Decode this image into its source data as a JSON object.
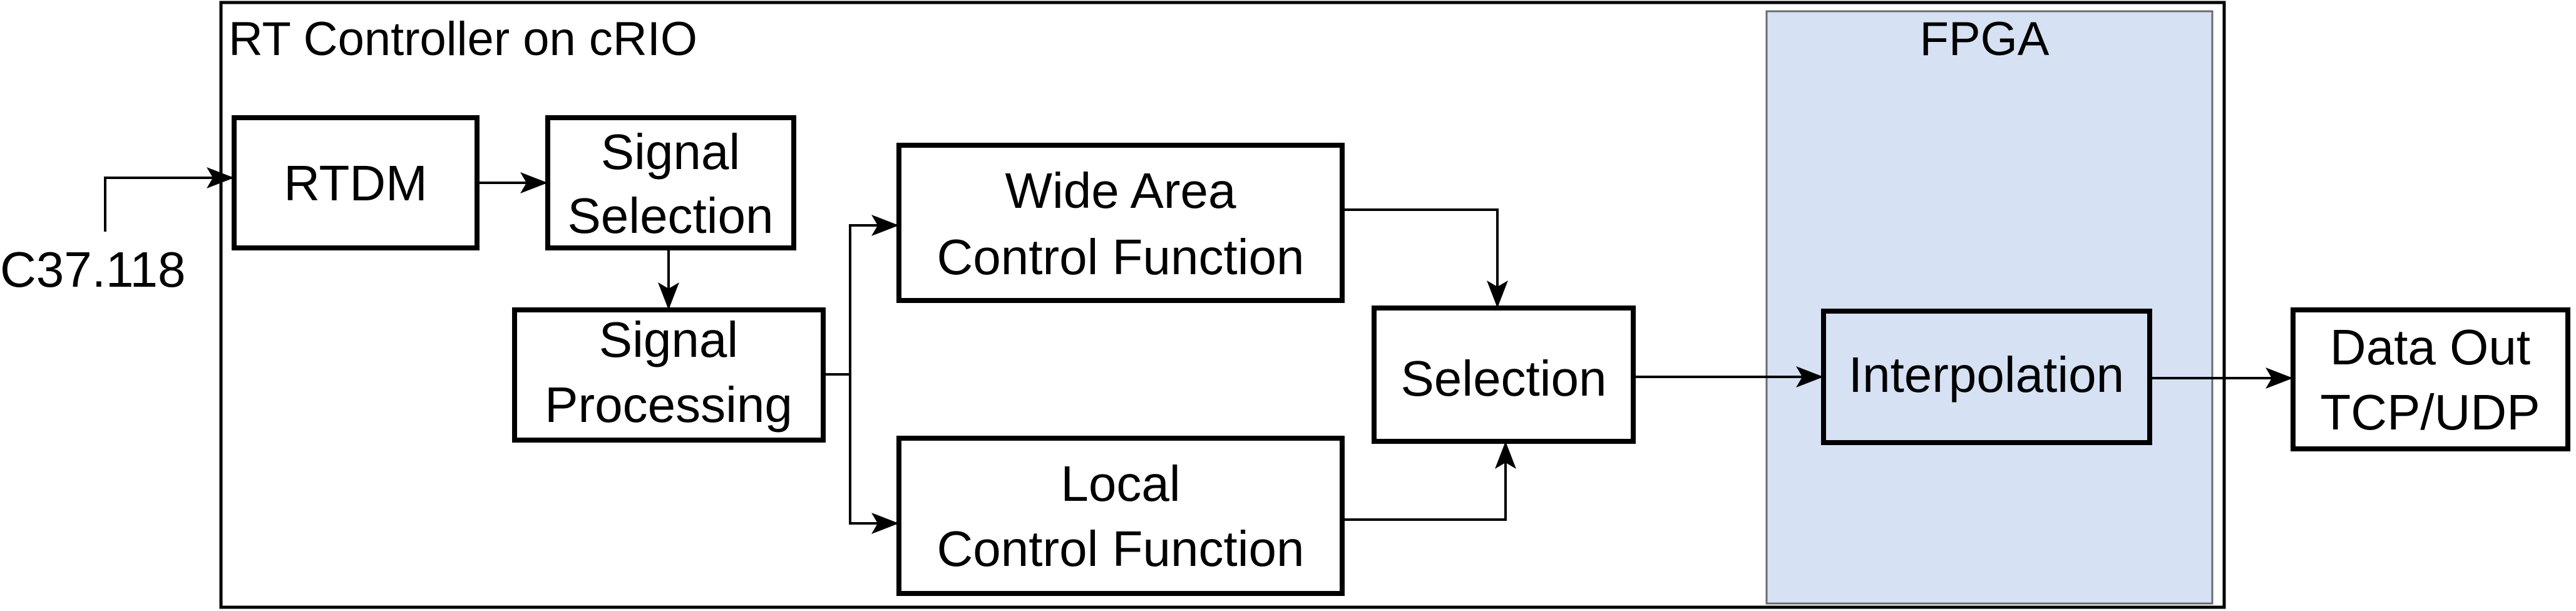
{
  "diagram": {
    "container_label": "RT Controller on cRIO",
    "fpga_label": "FPGA",
    "input_label": "C37.118",
    "blocks": {
      "rtdm": {
        "label": "RTDM"
      },
      "signal_selection": {
        "line1": "Signal",
        "line2": "Selection"
      },
      "signal_processing": {
        "line1": "Signal",
        "line2": "Processing"
      },
      "wide_area": {
        "line1": "Wide Area",
        "line2": "Control Function"
      },
      "local": {
        "line1": "Local",
        "line2": "Control Function"
      },
      "selection": {
        "label": "Selection"
      },
      "interpolation": {
        "label": "Interpolation"
      },
      "data_out": {
        "line1": "Data Out",
        "line2": "TCP/UDP"
      }
    },
    "colors": {
      "fpga_fill": "#d6e1f3",
      "stroke": "#000000"
    }
  }
}
